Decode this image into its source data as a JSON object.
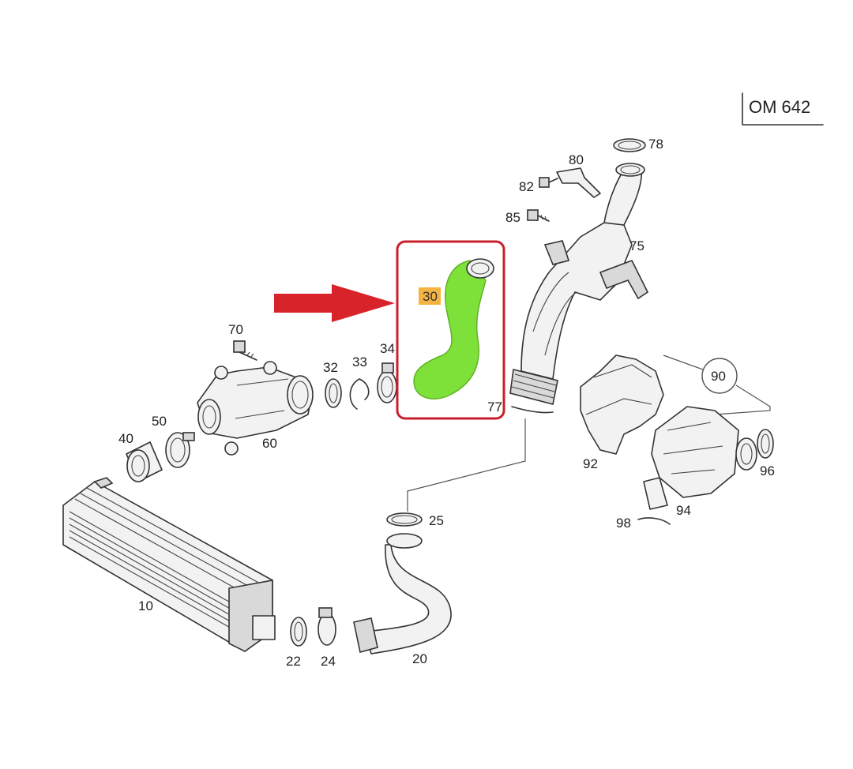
{
  "engine_code": "OM 642",
  "highlighted_part": "30",
  "part_labels": {
    "p10": "10",
    "p20": "20",
    "p22": "22",
    "p24": "24",
    "p25": "25",
    "p30": "30",
    "p32": "32",
    "p33": "33",
    "p34": "34",
    "p40": "40",
    "p50": "50",
    "p60": "60",
    "p70": "70",
    "p75": "75",
    "p77": "77",
    "p78": "78",
    "p80": "80",
    "p82": "82",
    "p85": "85",
    "p90": "90",
    "p92": "92",
    "p94": "94",
    "p96": "96",
    "p98": "98"
  },
  "colors": {
    "highlight_fill": "#7ee13a",
    "highlight_border": "#c8202a",
    "arrow": "#d9232a",
    "label_badge": "#f5b342"
  }
}
